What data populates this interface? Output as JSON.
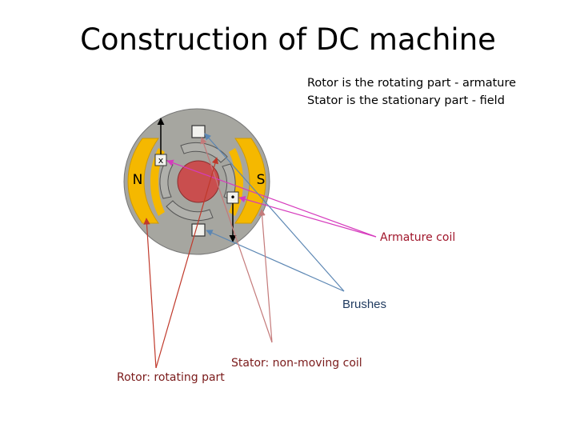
{
  "title": "Construction of DC machine",
  "description": {
    "rotor_line": "Rotor is the rotating part - armature",
    "stator_line": "Stator is the stationary part - field"
  },
  "machine": {
    "pole_north": "N",
    "pole_south": "S",
    "coil_cross": "x",
    "coil_dot": "•"
  },
  "labels": {
    "armature_coil": "Armature coil",
    "brushes": "Brushes",
    "stator_coil": "Stator: non-moving coil",
    "rotor": "Rotor: rotating part"
  },
  "colors": {
    "housing": "#a6a6a0",
    "pole": "#f5b800",
    "armature_gray": "#a9a9a5",
    "shaft": "#c94e4e",
    "armature_arrow": "#d63bbd",
    "brush_arrow": "#5b86b3",
    "stator_arrow": "#b85c5c",
    "rotor_arrow": "#c0392b"
  }
}
